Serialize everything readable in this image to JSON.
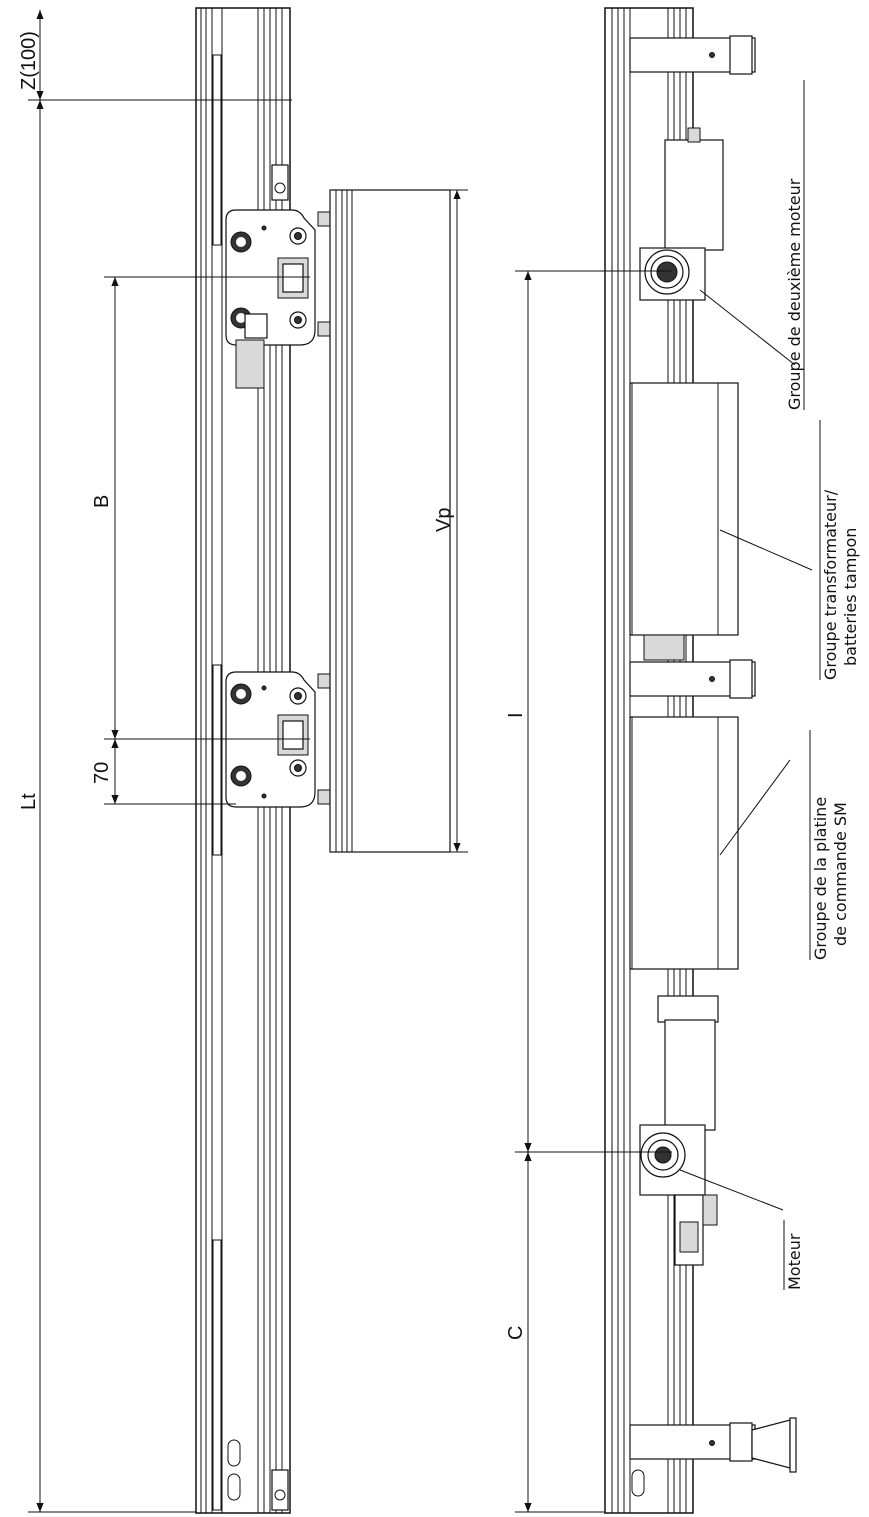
{
  "dimensions": {
    "z": "Z(100)",
    "lt": "Lt",
    "b": "B",
    "seventy": "70",
    "vp": "Vp",
    "i": "I",
    "c": "C"
  },
  "labels": {
    "second_motor": "Groupe de deuxième moteur",
    "transformer_line1": "Groupe transformateur/",
    "transformer_line2": "batteries tampon",
    "control_line1": "Groupe de la platine",
    "control_line2": "de commande SM",
    "motor": "Moteur"
  }
}
